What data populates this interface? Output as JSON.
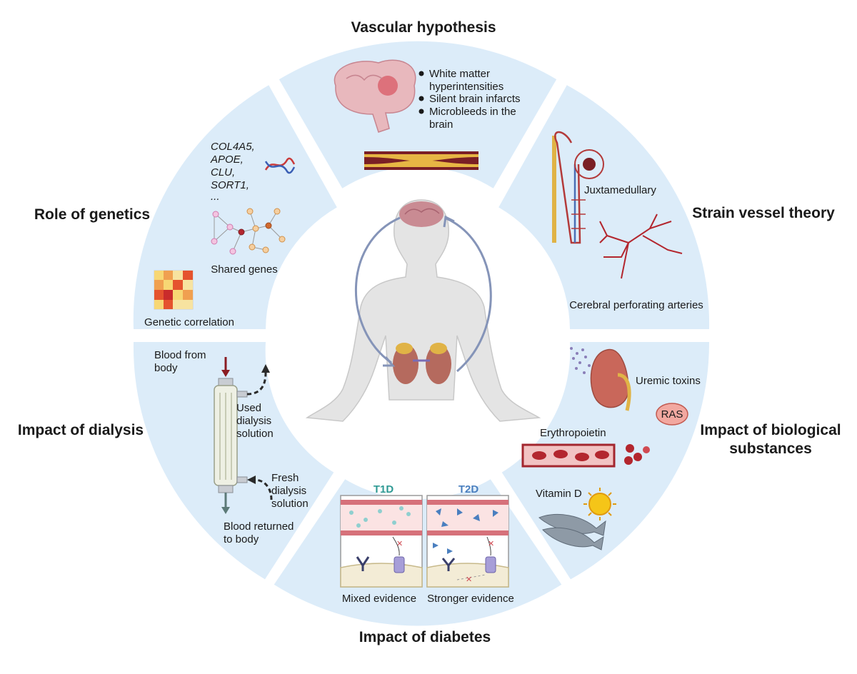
{
  "sections": {
    "vascular": {
      "title": "Vascular hypothesis",
      "bullets": [
        "White matter",
        "hyperintensities",
        "Silent brain infarcts",
        "Microbleeds in the",
        "brain"
      ]
    },
    "strain": {
      "title": "Strain vessel theory",
      "juxta": "Juxtamedullary",
      "cerebral": "Cerebral perforating arteries"
    },
    "biological": {
      "title_line1": "Impact of biological",
      "title_line2": "substances",
      "uremic": "Uremic toxins",
      "ras": "RAS",
      "epo": "Erythropoietin",
      "vitd": "Vitamin D"
    },
    "diabetes": {
      "title": "Impact of diabetes",
      "t1d": "T1D",
      "t2d": "T2D",
      "mixed": "Mixed evidence",
      "stronger": "Stronger evidence"
    },
    "dialysis": {
      "title": "Impact of dialysis",
      "blood_from_1": "Blood from",
      "blood_from_2": "body",
      "used_1": "Used",
      "used_2": "dialysis",
      "used_3": "solution",
      "fresh_1": "Fresh",
      "fresh_2": "dialysis",
      "fresh_3": "solution",
      "returned_1": "Blood returned",
      "returned_2": "to body"
    },
    "genetics": {
      "title": "Role of genetics",
      "genes": [
        "COL4A5,",
        "APOE,",
        "CLU,",
        "SORT1,",
        "..."
      ],
      "shared": "Shared genes",
      "correlation": "Genetic correlation"
    }
  },
  "colors": {
    "ring": "#dcecf9",
    "body": "#e4e4e4",
    "arrow": "#8594b8",
    "t1d": "#2e9a94",
    "t2d": "#4a7fbf",
    "blood": "#b3262e"
  }
}
